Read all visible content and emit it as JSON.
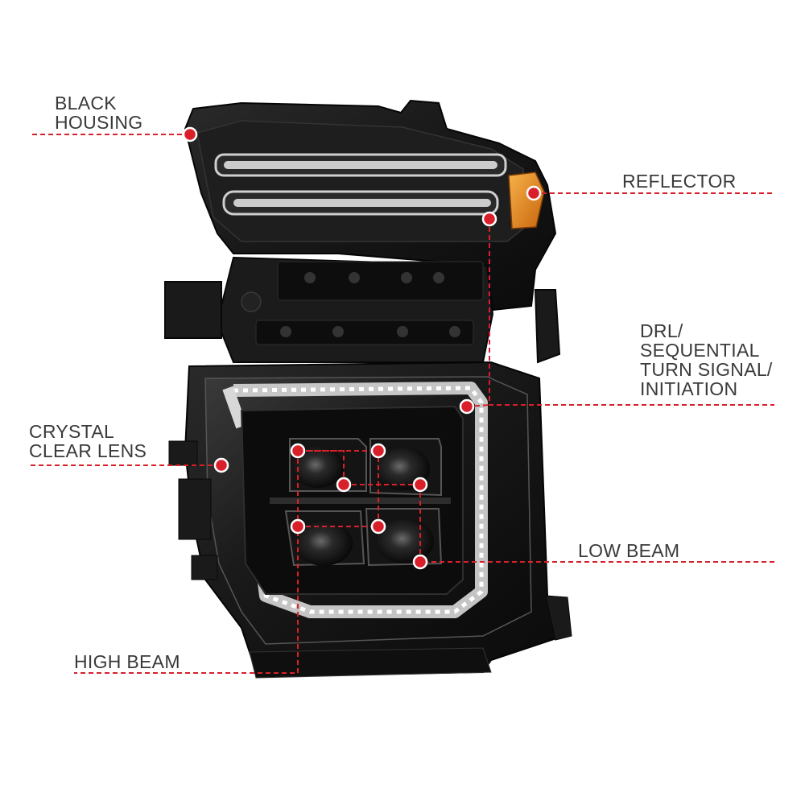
{
  "callouts": {
    "black_housing": [
      "BLACK",
      "HOUSING"
    ],
    "reflector": [
      "REFLECTOR"
    ],
    "drl": [
      "DRL/",
      "SEQUENTIAL",
      "TURN SIGNAL/",
      "INITIATION"
    ],
    "crystal_clear_lens": [
      "CRYSTAL",
      "CLEAR LENS"
    ],
    "low_beam": [
      "LOW BEAM"
    ],
    "high_beam": [
      "HIGH BEAM"
    ]
  },
  "colors": {
    "accent": "#d9202a",
    "label_text": "#3a3a3a",
    "housing": "#141414",
    "amber_reflector": "#e8861a"
  },
  "icons": {
    "callout_marker": "red-dot-icon"
  }
}
